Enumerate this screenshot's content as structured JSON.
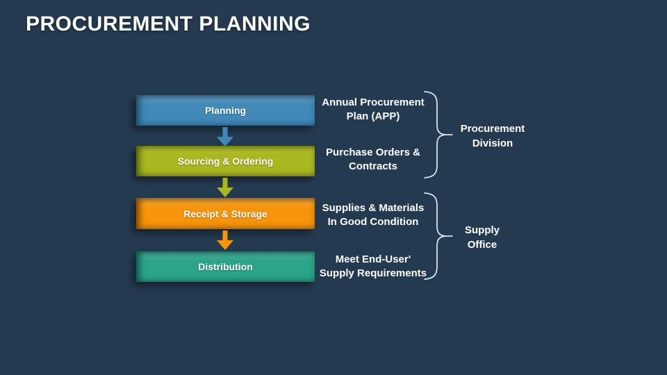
{
  "slide": {
    "title": "PROCUREMENT PLANNING",
    "background": "#243A50",
    "text_color": "#FFFFFF"
  },
  "flow": {
    "steps": [
      {
        "label": "Planning",
        "caption": [
          "Annual Procurement",
          "Plan (APP)"
        ],
        "colors": {
          "fill": "#4189B8",
          "light": "#6FA7CC",
          "dark": "#1F4E6E"
        }
      },
      {
        "label": "Sourcing & Ordering",
        "caption": [
          "Purchase Orders &",
          "Contracts"
        ],
        "colors": {
          "fill": "#A9B820",
          "light": "#C3CF3A",
          "dark": "#55600E"
        }
      },
      {
        "label": "Receipt & Storage",
        "caption": [
          "Supplies & Materials",
          "In Good Condition"
        ],
        "colors": {
          "fill": "#F6940B",
          "light": "#FFB545",
          "dark": "#7D4B06"
        }
      },
      {
        "label": "Distribution",
        "caption": [
          "Meet End-User'",
          "Supply Requirements"
        ],
        "colors": {
          "fill": "#2CA48A",
          "light": "#55BDA6",
          "dark": "#11574A"
        }
      }
    ]
  },
  "groups": [
    {
      "label": [
        "Procurement",
        "Division"
      ]
    },
    {
      "label": [
        "Supply",
        "Office"
      ]
    }
  ],
  "diagram": {
    "brace_color": "#DCE5EE"
  }
}
